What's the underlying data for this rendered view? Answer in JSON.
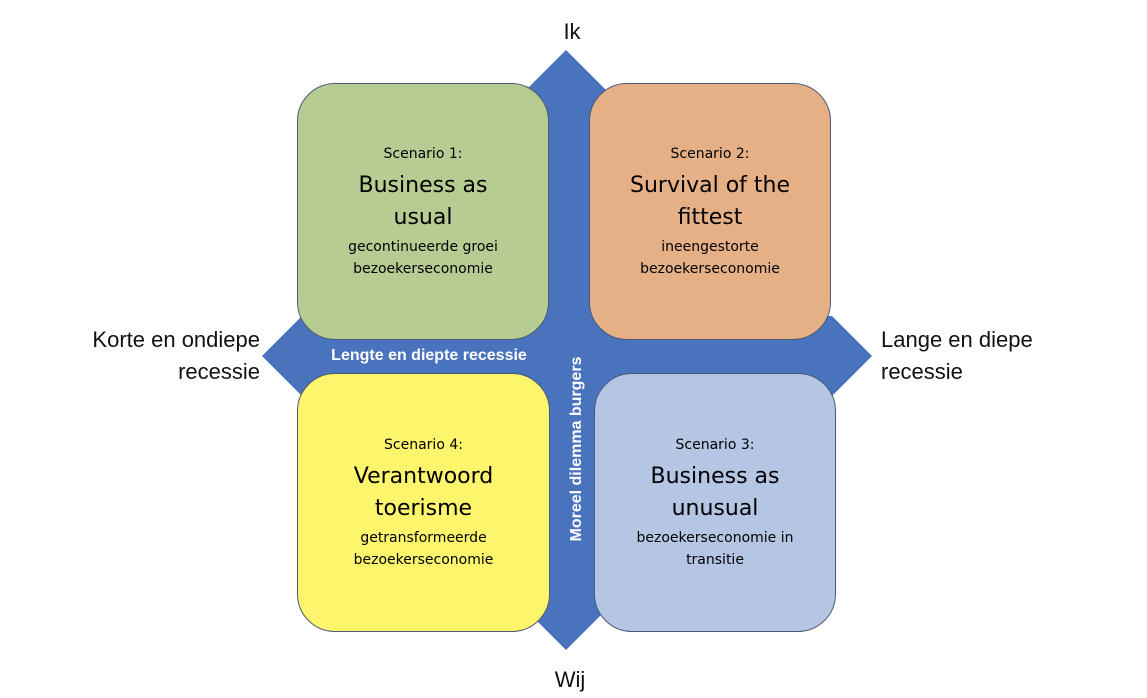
{
  "axes": {
    "top": "Ik",
    "bottom": "Wij",
    "left": "Korte en ondiepe recessie",
    "right": "Lange en diepe recessie",
    "horizontal_band": "Lengte en diepte recessie",
    "vertical_band": "Moreel dilemma burgers"
  },
  "scenarios": [
    {
      "number": "Scenario 1:",
      "title": "Business as usual",
      "subtitle": "gecontinueerde groei bezoekerseconomie",
      "color": "#b7cc92"
    },
    {
      "number": "Scenario 2:",
      "title": "Survival of the fittest",
      "subtitle": "ineengestorte bezoekerseconomie",
      "color": "#e6b087"
    },
    {
      "number": "Scenario 3:",
      "title": "Business as unusual",
      "subtitle": "bezoekerseconomie in transitie",
      "color": "#b5c6e5"
    },
    {
      "number": "Scenario 4:",
      "title": "Verantwoord toerisme",
      "subtitle": "getransformeerde bezoekerseconomie",
      "color": "#fdf56b"
    }
  ],
  "colors": {
    "cross": "#4a73be",
    "border": "#4a5a75"
  }
}
